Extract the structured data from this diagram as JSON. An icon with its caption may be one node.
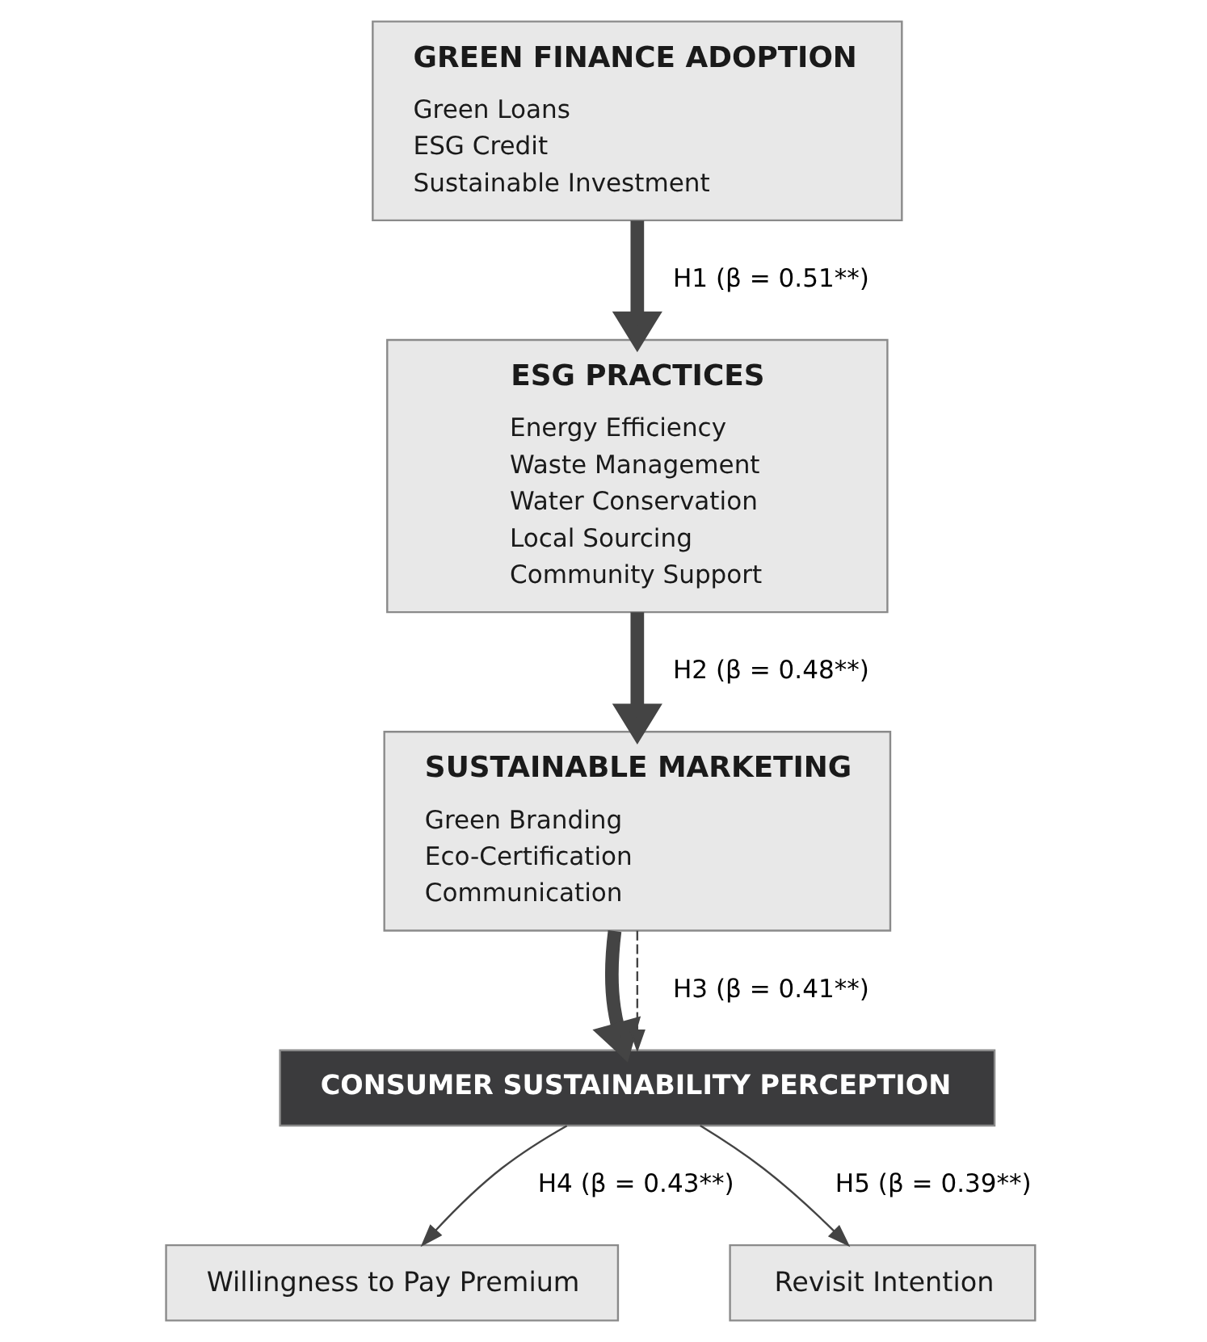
{
  "diagram": {
    "nodes": [
      {
        "text": [
          "GREEN FINANCE ADOPTION",
          "Green Loans",
          "ESG Credit",
          "Sustainable Investment"
        ]
      },
      {
        "text": [
          "ESG PRACTICES",
          "Energy Efficiency",
          "Waste Management",
          "Water Conservation",
          "Local Sourcing",
          "Community Support"
        ]
      },
      {
        "text": [
          "SUSTAINABLE MARKETING",
          "Green Branding",
          "Eco-Certification",
          "Communication"
        ]
      },
      {
        "text": [
          "CONSUMER SUSTAINABILITY PERCEPTION"
        ]
      },
      {
        "text": [
          "Willingness to Pay Premium"
        ]
      },
      {
        "text": [
          "Revisit Intention"
        ]
      }
    ],
    "edges": [
      {
        "from": 0,
        "to": 1,
        "arrow": "to",
        "label": "H1 (β = 0.51**)",
        "style": "thick"
      },
      {
        "from": 1,
        "to": 2,
        "arrow": "to",
        "label": "H2 (β = 0.48**)",
        "style": "thick"
      },
      {
        "from": 2,
        "to": 3,
        "arrow": "to",
        "style": "thick"
      },
      {
        "from": 2,
        "to": 3,
        "arrow": "to",
        "label": "H3 (β = 0.41**)",
        "style": "dashed"
      },
      {
        "from": 3,
        "to": 4,
        "arrow": "to",
        "label": "H4 (β = 0.43**)"
      },
      {
        "from": 3,
        "to": 5,
        "arrow": "to",
        "label": "H5 (β = 0.39**)"
      }
    ]
  }
}
